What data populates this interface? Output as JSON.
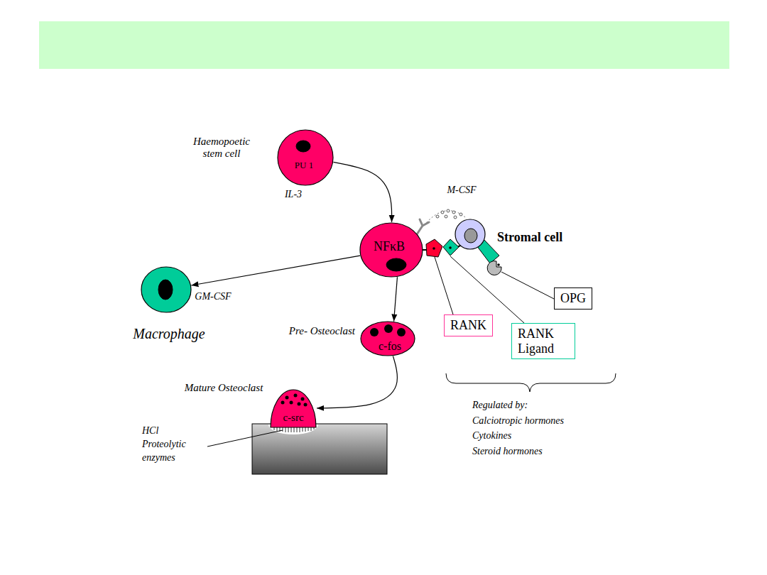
{
  "diagram": {
    "nodes": [
      {
        "text": [
          "Haemopoetic stem cell",
          "PU 1",
          "IL-3"
        ]
      },
      {
        "text": [
          "NFκB"
        ]
      },
      {
        "text": [
          "Stromal cell"
        ]
      },
      {
        "text": [
          "Macrophage"
        ]
      },
      {
        "text": [
          "OPG"
        ]
      },
      {
        "text": [
          "Pre- Osteoclast",
          "c-fos"
        ]
      },
      {
        "text": [
          "RANK"
        ]
      },
      {
        "text": [
          "RANK Ligand"
        ]
      },
      {
        "text": [
          "Mature Osteoclast",
          "c-src"
        ]
      }
    ],
    "edges": [
      {
        "from": 0,
        "to": 1,
        "arrow": "to"
      },
      {
        "from": 1,
        "to": 3,
        "label": "GM-CSF",
        "arrow": "to"
      },
      {
        "from": 1,
        "to": 5,
        "arrow": "to"
      },
      {
        "from": 5,
        "to": 8,
        "arrow": "to"
      }
    ],
    "labels": [
      "M-CSF",
      "HCl Proteolytic enzymes",
      "Regulated by:",
      "Calciotropic hormones",
      "Cytokines",
      "Steroid hormones"
    ]
  }
}
